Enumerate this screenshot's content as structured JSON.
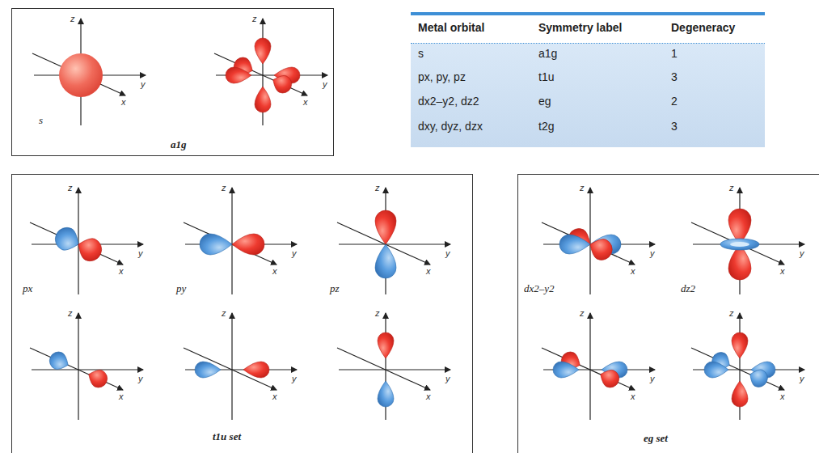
{
  "diagram": {
    "nodes": [
      {
        "text": [
          "a1g"
        ]
      },
      {
        "text": [
          "t1u set"
        ]
      },
      {
        "text": [
          "eg set"
        ]
      }
    ],
    "labels": [
      "z",
      "y",
      "x",
      "z",
      "y",
      "x",
      "s",
      "Metal orbital",
      "Symmetry label",
      "Degeneracy",
      "s",
      "a1g",
      "1",
      "px, py, pz",
      "t1u",
      "3",
      "dx2–y2, dz2",
      "eg",
      "2",
      "dxy, dyz, dzx",
      "t2g",
      "3",
      "z",
      "y",
      "x",
      "z",
      "y",
      "x",
      "z",
      "y",
      "x",
      "z",
      "y",
      "x",
      "z",
      "y",
      "x",
      "z",
      "y",
      "x",
      "px",
      "py",
      "pz",
      "z",
      "y",
      "x",
      "z",
      "y",
      "x",
      "z",
      "y",
      "x",
      "z",
      "y",
      "x",
      "dx2–y2",
      "dz2"
    ]
  }
}
